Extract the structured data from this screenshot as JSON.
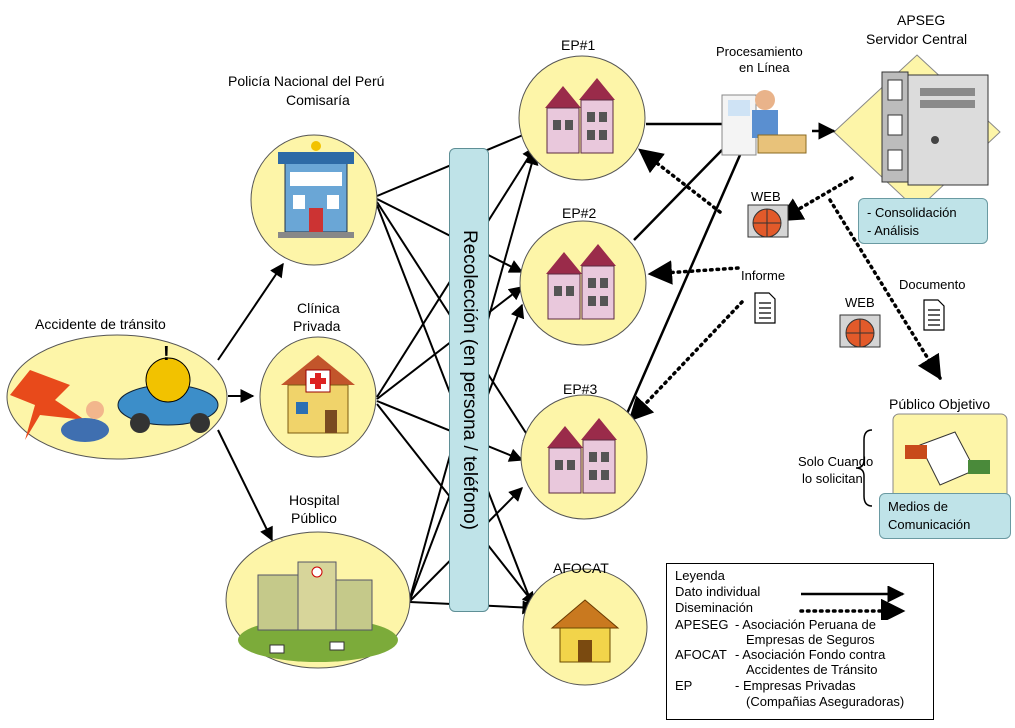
{
  "nodes": {
    "accident": "Accidente de tránsito",
    "police_l1": "Policía Nacional del Perú",
    "police_l2": "Comisaría",
    "clinic_l1": "Clínica",
    "clinic_l2": "Privada",
    "hospital_l1": "Hospital",
    "hospital_l2": "Público",
    "ep1": "EP#1",
    "ep2": "EP#2",
    "ep3": "EP#3",
    "afocat": "AFOCAT",
    "processing_l1": "Procesamiento",
    "processing_l2": "en Línea",
    "apseg_l1": "APSEG",
    "apseg_l2": "Servidor Central",
    "web1": "WEB",
    "informe": "Informe",
    "web2": "WEB",
    "documento": "Documento",
    "publico": "Público Objetivo",
    "solo_l1": "Solo Cuando",
    "solo_l2": "lo solicitan"
  },
  "collection_bar": "Recolección (en persona / teléfono)",
  "apseg_box": {
    "line1": "- Consolidación",
    "line2": "- Análisis"
  },
  "media_box": {
    "line1": "Medios de",
    "line2": "Comunicación"
  },
  "legend": {
    "title": "Leyenda",
    "dato": "Dato individual",
    "dis": "Diseminación",
    "apeseg_abbr": "APESEG",
    "apeseg_def1": "- Asociación Peruana de",
    "apeseg_def2": "Empresas de Seguros",
    "afocat_abbr": "AFOCAT",
    "afocat_def1": "- Asociación Fondo contra",
    "afocat_def2": "Accidentes de Tránsito",
    "ep_abbr": "EP",
    "ep_def1": "- Empresas Privadas",
    "ep_def2": "(Compañias Aseguradoras)"
  },
  "colors": {
    "circle_fill": "#fdf5a8",
    "bar_fill": "#bfe3e8",
    "server_diamond": "#fdf5a8"
  }
}
